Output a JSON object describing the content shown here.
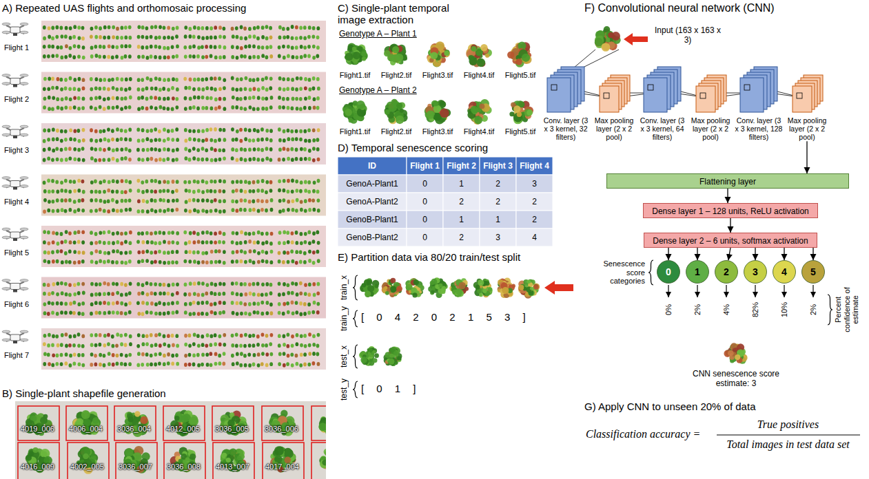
{
  "diagram": {
    "nodes": [
      {
        "text": [
          "Conv. layer (3 x 3 kernel, 32 filters)"
        ]
      },
      {
        "text": [
          "Max pooling layer (2 x 2 pool)"
        ]
      },
      {
        "text": [
          "Conv. layer (3 x 3 kernel, 64 filters)"
        ]
      },
      {
        "text": [
          "Max pooling layer (2 x 2 pool)"
        ]
      },
      {
        "text": [
          "Conv. layer (3 x 3 kernel, 128 filters)"
        ]
      },
      {
        "text": [
          "Max pooling layer (2 x 2 pool)"
        ]
      },
      {
        "text": [
          "Flattening layer"
        ]
      },
      {
        "text": [
          "Dense layer 1 – 128 units, ReLU activation"
        ]
      },
      {
        "text": [
          "Dense layer 2 – 6 units, softmax activation"
        ]
      },
      {
        "text": [
          "0"
        ]
      },
      {
        "text": [
          "1"
        ]
      },
      {
        "text": [
          "2"
        ]
      },
      {
        "text": [
          "3"
        ]
      },
      {
        "text": [
          "4"
        ]
      },
      {
        "text": [
          "5"
        ]
      }
    ],
    "edges": [
      {
        "from": 5,
        "to": 6,
        "arrow": "to"
      },
      {
        "from": 6,
        "to": 7,
        "arrow": "to"
      },
      {
        "from": 7,
        "to": 8,
        "arrow": "to"
      },
      {
        "from": 8,
        "to": 9,
        "arrow": "to"
      },
      {
        "from": 8,
        "to": 10,
        "arrow": "to"
      },
      {
        "from": 8,
        "to": 11,
        "arrow": "to"
      },
      {
        "from": 8,
        "to": 12,
        "arrow": "to"
      },
      {
        "from": 8,
        "to": 13,
        "arrow": "to"
      },
      {
        "from": 8,
        "to": 14,
        "arrow": "to"
      }
    ],
    "labels": [
      "A) Repeated UAS flights and orthomosaic processing",
      "Flight 1",
      "Flight 2",
      "Flight 3",
      "Flight 4",
      "Flight 5",
      "Flight 6",
      "Flight 7",
      "B) Single-plant shapefile generation",
      "4019_006",
      "4006_004",
      "3036_004",
      "4012_005",
      "3036_005",
      "3036_006",
      "4016_009",
      "4002_005",
      "3036_007",
      "3036_008",
      "4013_007",
      "4017_004",
      "C) Single-plant temporal image extraction",
      "Genotype A – Plant 1",
      "Flight1.tif",
      "Flight2.tif",
      "Flight3.tif",
      "Flight4.tif",
      "Flight5.tif",
      "Genotype A – Plant 2",
      "Flight1.tif",
      "Flight2.tif",
      "Flight3.tif",
      "Flight4.tif",
      "Flight5.tif",
      "D) Temporal senescence scoring",
      "ID",
      "Flight 1",
      "Flight 2",
      "Flight 3",
      "Flight 4",
      "GenoA-Plant1",
      "0",
      "1",
      "2",
      "3",
      "GenoA-Plant2",
      "0",
      "2",
      "2",
      "2",
      "GenoB-Plant1",
      "0",
      "1",
      "1",
      "2",
      "GenoB-Plant2",
      "0",
      "2",
      "3",
      "4",
      "E) Partition data via 80/20 train/test split",
      "train_x",
      "train_y",
      "[ 0 4 2 0 2 1 5 3 ]",
      "test_x",
      "test_y",
      "[ 0 1 ]",
      "F) Convolutional neural network (CNN)",
      "Input (163 x 163 x 3)",
      "Senescence score categories",
      "0%",
      "2%",
      "4%",
      "82%",
      "10%",
      "2%",
      "Percent confidence of estimate",
      "CNN senescence score estimate: 3",
      "G) Apply CNN to unseen 20% of data",
      "Classification accuracy =",
      "True positives",
      "Total images in test data set"
    ]
  }
}
